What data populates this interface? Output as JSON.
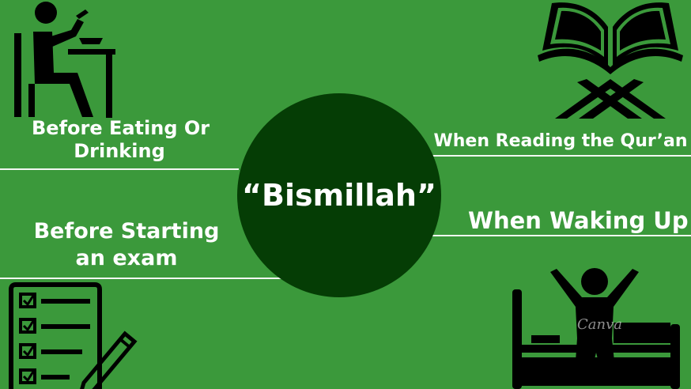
{
  "diagram": {
    "center": "“Bismillah”",
    "occasions": {
      "eating": {
        "line1": "Before Eating Or",
        "line2": "Drinking",
        "icon": "person-eating-icon"
      },
      "exam": {
        "line1": "Before Starting",
        "line2": "an exam",
        "icon": "checklist-pencil-icon"
      },
      "quran": {
        "text": "When Reading the Qur’an",
        "icon": "open-quran-on-stand-icon"
      },
      "waking": {
        "text": "When Waking Up",
        "icon": "person-waking-in-bed-icon"
      }
    },
    "watermark": "Canva"
  },
  "colors": {
    "background": "#3b993b",
    "circle": "#053d05",
    "text": "#ffffff",
    "icons": "#000000"
  }
}
